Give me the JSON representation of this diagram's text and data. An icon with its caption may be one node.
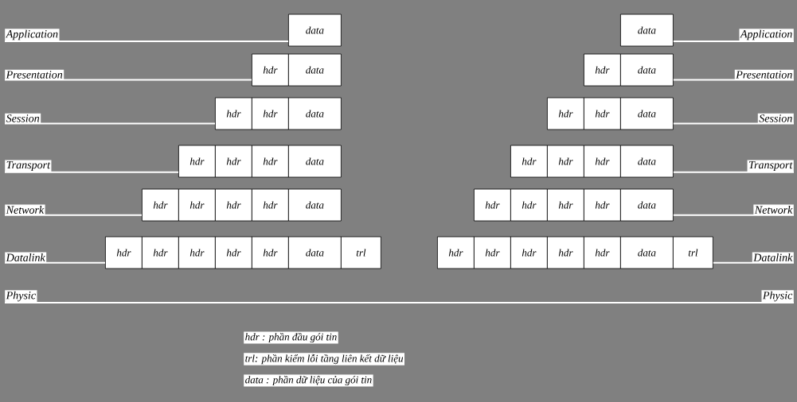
{
  "diagram": {
    "nodes": [
      {
        "text": [
          "Application"
        ]
      },
      {
        "text": [
          "data"
        ]
      },
      {
        "text": [
          "data"
        ]
      },
      {
        "text": [
          "Application"
        ]
      },
      {
        "text": [
          "Presentation"
        ]
      },
      {
        "text": [
          "hdr"
        ]
      },
      {
        "text": [
          "data"
        ]
      },
      {
        "text": [
          "hdr"
        ]
      },
      {
        "text": [
          "data"
        ]
      },
      {
        "text": [
          "Presentation"
        ]
      },
      {
        "text": [
          "Session"
        ]
      },
      {
        "text": [
          "hdr"
        ]
      },
      {
        "text": [
          "hdr"
        ]
      },
      {
        "text": [
          "data"
        ]
      },
      {
        "text": [
          "hdr"
        ]
      },
      {
        "text": [
          "hdr"
        ]
      },
      {
        "text": [
          "data"
        ]
      },
      {
        "text": [
          "Session"
        ]
      },
      {
        "text": [
          "Transport"
        ]
      },
      {
        "text": [
          "hdr"
        ]
      },
      {
        "text": [
          "hdr"
        ]
      },
      {
        "text": [
          "hdr"
        ]
      },
      {
        "text": [
          "data"
        ]
      },
      {
        "text": [
          "hdr"
        ]
      },
      {
        "text": [
          "hdr"
        ]
      },
      {
        "text": [
          "hdr"
        ]
      },
      {
        "text": [
          "data"
        ]
      },
      {
        "text": [
          "Transport"
        ]
      },
      {
        "text": [
          "Network"
        ]
      },
      {
        "text": [
          "hdr"
        ]
      },
      {
        "text": [
          "hdr"
        ]
      },
      {
        "text": [
          "hdr"
        ]
      },
      {
        "text": [
          "hdr"
        ]
      },
      {
        "text": [
          "data"
        ]
      },
      {
        "text": [
          "hdr"
        ]
      },
      {
        "text": [
          "hdr"
        ]
      },
      {
        "text": [
          "hdr"
        ]
      },
      {
        "text": [
          "hdr"
        ]
      },
      {
        "text": [
          "data"
        ]
      },
      {
        "text": [
          "Network"
        ]
      },
      {
        "text": [
          "Datalink"
        ]
      },
      {
        "text": [
          "hdr"
        ]
      },
      {
        "text": [
          "hdr"
        ]
      },
      {
        "text": [
          "hdr"
        ]
      },
      {
        "text": [
          "hdr"
        ]
      },
      {
        "text": [
          "hdr"
        ]
      },
      {
        "text": [
          "data"
        ]
      },
      {
        "text": [
          "trl"
        ]
      },
      {
        "text": [
          "hdr"
        ]
      },
      {
        "text": [
          "hdr"
        ]
      },
      {
        "text": [
          "hdr"
        ]
      },
      {
        "text": [
          "hdr"
        ]
      },
      {
        "text": [
          "hdr"
        ]
      },
      {
        "text": [
          "data"
        ]
      },
      {
        "text": [
          "trl"
        ]
      },
      {
        "text": [
          "Datalink"
        ]
      },
      {
        "text": [
          "Physic"
        ]
      },
      {
        "text": [
          "Physic"
        ]
      }
    ],
    "edges": [
      {
        "from": 0,
        "to": 1,
        "arrow": "none"
      },
      {
        "from": 2,
        "to": 3,
        "arrow": "none"
      },
      {
        "from": 4,
        "to": 5,
        "arrow": "none"
      },
      {
        "from": 8,
        "to": 9,
        "arrow": "none"
      },
      {
        "from": 10,
        "to": 11,
        "arrow": "none"
      },
      {
        "from": 16,
        "to": 17,
        "arrow": "none"
      },
      {
        "from": 18,
        "to": 19,
        "arrow": "none"
      },
      {
        "from": 26,
        "to": 27,
        "arrow": "none"
      },
      {
        "from": 28,
        "to": 29,
        "arrow": "none"
      },
      {
        "from": 38,
        "to": 39,
        "arrow": "none"
      },
      {
        "from": 40,
        "to": 41,
        "arrow": "none"
      },
      {
        "from": 54,
        "to": 55,
        "arrow": "none"
      },
      {
        "from": 56,
        "to": 57,
        "arrow": "none"
      }
    ],
    "labels": [
      "hdr : phần đầu gói tin",
      "trl: phần kiểm lỗi tầng liên kết dữ liệu",
      "data : phần dữ liệu của gói tin"
    ]
  }
}
